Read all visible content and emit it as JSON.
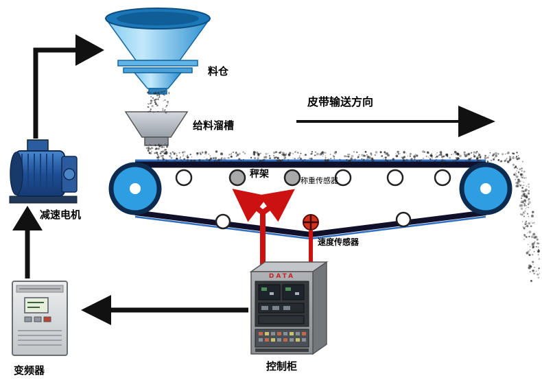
{
  "diagram": {
    "labels": {
      "hopper": "料仓",
      "chute": "给料溜槽",
      "belt_direction": "皮带输送方向",
      "scale_frame": "秤架",
      "load_cell": "称重传感器",
      "speed_sensor": "速度传感器",
      "gear_motor": "减速电机",
      "inverter": "变频器",
      "control_cabinet": "控制柜",
      "cabinet_brand": "DATA"
    },
    "colors": {
      "hopper_blue": "#5db4e8",
      "belt_dark": "#10102a",
      "belt_edge_blue": "#2f6fc0",
      "pulley_blue": "#2f9de2",
      "arrow_black": "#111111",
      "sensor_red": "#cc1111",
      "cabinet_gray": "#9aa0a5"
    }
  }
}
